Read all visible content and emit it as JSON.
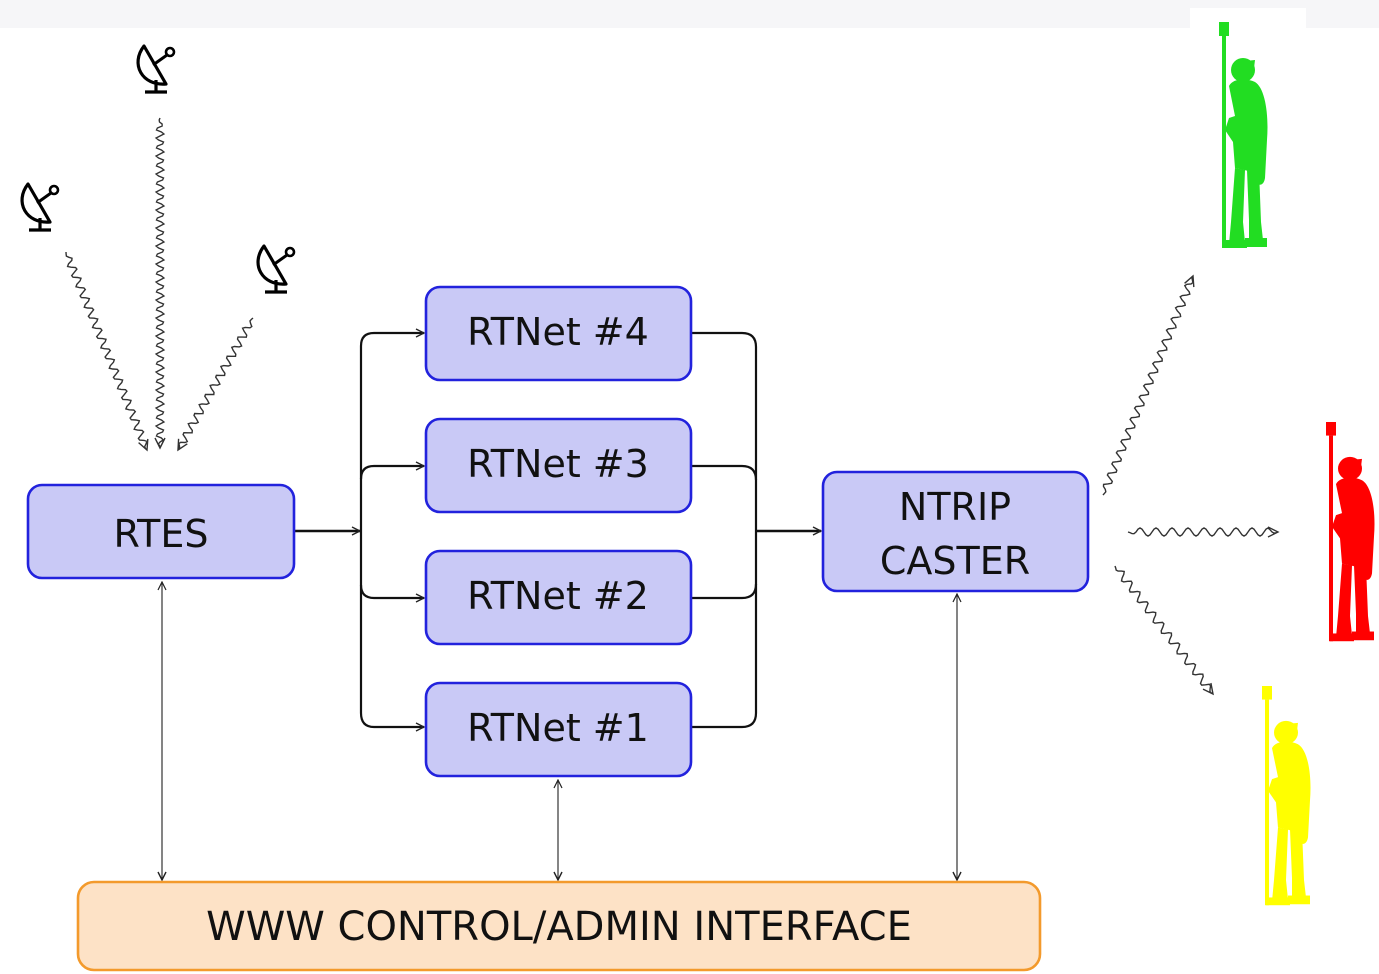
{
  "diagram": {
    "rtes_label": "RTES",
    "rtnet": [
      "RTNet #4",
      "RTNet #3",
      "RTNet #2",
      "RTNet #1"
    ],
    "caster_line1": "NTRIP",
    "caster_line2": "CASTER",
    "admin_label": "WWW CONTROL/ADMIN INTERFACE"
  },
  "colors": {
    "module_fill": "#c9c9f6",
    "module_stroke": "#2222dd",
    "admin_fill": "#fde2c6",
    "admin_stroke": "#f39a2c",
    "rover_green": "#22dd22",
    "rover_red": "#ff0000",
    "rover_yellow": "#ffff00"
  },
  "icons": [
    "satellite-dish-icon",
    "surveyor-rover-icon"
  ]
}
